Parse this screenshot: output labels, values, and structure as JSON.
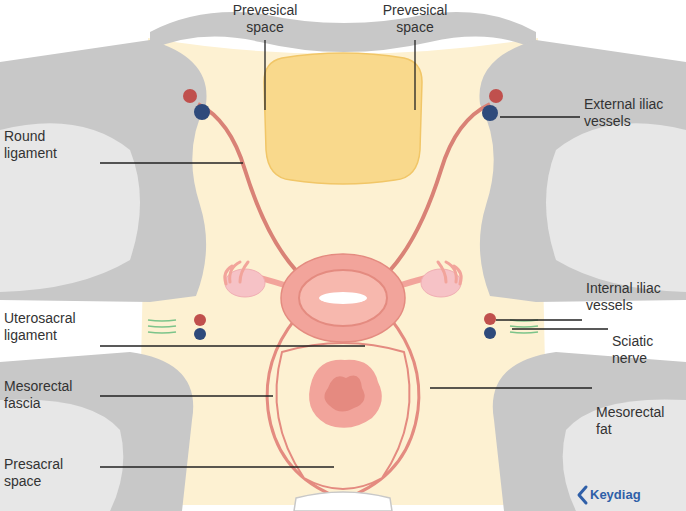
{
  "diagram": {
    "labels": [
      "Prevesical space",
      "Prevesical space",
      "Round ligament",
      "External iliac vessels",
      "Uterosacral ligament",
      "Internal iliac vessels",
      "Sciatic nerve",
      "Mesorectal fascia",
      "Mesorectal fat",
      "Presacral space",
      "Keydiag"
    ]
  }
}
